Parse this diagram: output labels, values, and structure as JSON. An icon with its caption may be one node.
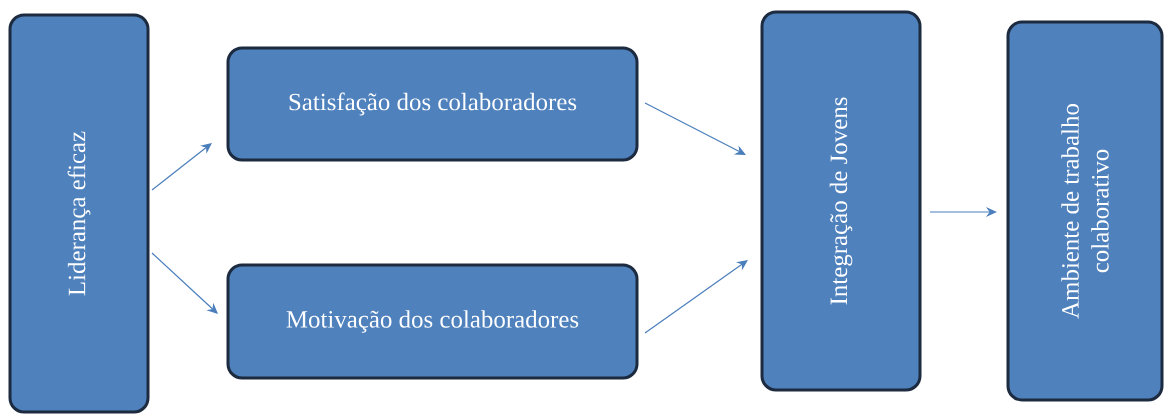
{
  "diagram": {
    "nodes": [
      {
        "text": [
          "Liderança eficaz"
        ]
      },
      {
        "text": [
          "Satisfação dos colaboradores"
        ]
      },
      {
        "text": [
          "Motivação dos colaboradores"
        ]
      },
      {
        "text": [
          "Integração de Jovens"
        ]
      },
      {
        "text": [
          "Ambiente de trabalho colaborativo"
        ]
      }
    ],
    "edges": [
      {
        "from": 0,
        "to": 1,
        "arrow": "to"
      },
      {
        "from": 0,
        "to": 2,
        "arrow": "to"
      },
      {
        "from": 1,
        "to": 3,
        "arrow": "to"
      },
      {
        "from": 2,
        "to": 3,
        "arrow": "to"
      },
      {
        "from": 3,
        "to": 4,
        "arrow": "to"
      }
    ]
  }
}
